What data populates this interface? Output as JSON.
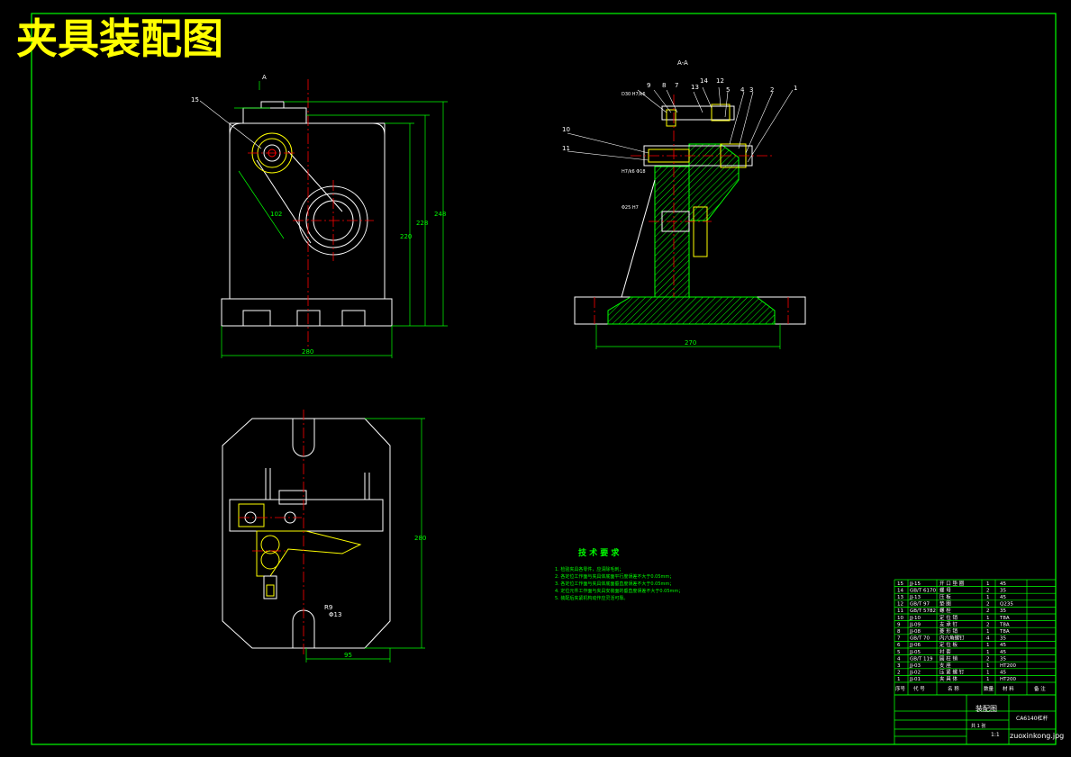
{
  "title": "夹具装配图",
  "section_label": "A-A",
  "view_marker": "A",
  "dimensions": {
    "front_width": "280",
    "front_height_inner": "220",
    "front_height_mid": "228",
    "front_height_total": "248",
    "center_distance": "102",
    "section_width": "270",
    "top_height": "280",
    "top_width": "95",
    "r_note": "R9",
    "phi_note": "Φ13"
  },
  "part_labels_front": [
    "15"
  ],
  "part_labels_section": [
    "9",
    "8",
    "7",
    "13",
    "14",
    "12",
    "5",
    "4",
    "3",
    "2",
    "1",
    "10",
    "11"
  ],
  "section_notes": [
    "D30 H7/k6",
    "H7/k6 Φ18",
    "Φ25 H7"
  ],
  "tech_requirements": {
    "heading": "技 术 要 求",
    "lines": [
      "1. 检验夹具各零件，应清除毛刺；",
      "2. 各定位工作面与夹具体底面平行度误差不大于0.05mm；",
      "3. 各定位工作面与夹具体底面垂直度误差不大于0.05mm；",
      "4. 定位元件工作面与夹具安装面的垂直度误差不大于0.05mm；",
      "5. 装配后夹紧机构动作应灵活可靠。"
    ]
  },
  "bom": [
    {
      "no": "15",
      "code": "JJ-15",
      "name": "开 口 垫 圈",
      "qty": "1",
      "mat": "45"
    },
    {
      "no": "14",
      "code": "GB/T 6170",
      "name": "螺 母",
      "qty": "2",
      "mat": "35"
    },
    {
      "no": "13",
      "code": "JJ-13",
      "name": "压 板",
      "qty": "1",
      "mat": "45"
    },
    {
      "no": "12",
      "code": "GB/T 97",
      "name": "垫 圈",
      "qty": "2",
      "mat": "Q235"
    },
    {
      "no": "11",
      "code": "GB/T 5782",
      "name": "螺 栓",
      "qty": "2",
      "mat": "35"
    },
    {
      "no": "10",
      "code": "JJ-10",
      "name": "定 位 销",
      "qty": "1",
      "mat": "T8A"
    },
    {
      "no": "9",
      "code": "JJ-09",
      "name": "支 承 钉",
      "qty": "2",
      "mat": "T8A"
    },
    {
      "no": "8",
      "code": "JJ-08",
      "name": "菱 形 销",
      "qty": "1",
      "mat": "T8A"
    },
    {
      "no": "7",
      "code": "GB/T 70",
      "name": "内六角螺钉",
      "qty": "4",
      "mat": "35"
    },
    {
      "no": "6",
      "code": "JJ-06",
      "name": "定 位 板",
      "qty": "1",
      "mat": "45"
    },
    {
      "no": "5",
      "code": "JJ-05",
      "name": "衬 套",
      "qty": "1",
      "mat": "45"
    },
    {
      "no": "4",
      "code": "GB/T 119",
      "name": "圆 柱 销",
      "qty": "2",
      "mat": "35"
    },
    {
      "no": "3",
      "code": "JJ-03",
      "name": "支 座",
      "qty": "1",
      "mat": "HT200"
    },
    {
      "no": "2",
      "code": "JJ-02",
      "name": "压 紧 螺 钉",
      "qty": "1",
      "mat": "45"
    },
    {
      "no": "1",
      "code": "JJ-01",
      "name": "夹 具 体",
      "qty": "1",
      "mat": "HT200"
    }
  ],
  "bom_header": {
    "no": "序号",
    "code": "代 号",
    "name": "名 称",
    "qty": "数量",
    "mat": "材 料",
    "note": "备 注"
  },
  "title_block": {
    "drawing_name": "装配图",
    "part_name": "CA6140杠杆",
    "scale": "1:1",
    "sheet": "共 1 张",
    "watermark": "zuoxinkong.jpg"
  },
  "colors": {
    "frame": "#00ff00",
    "outline": "#ffffff",
    "centerline": "#ff0000",
    "hatch": "#00ff00",
    "title": "#ffff00",
    "detail": "#ffff00"
  }
}
